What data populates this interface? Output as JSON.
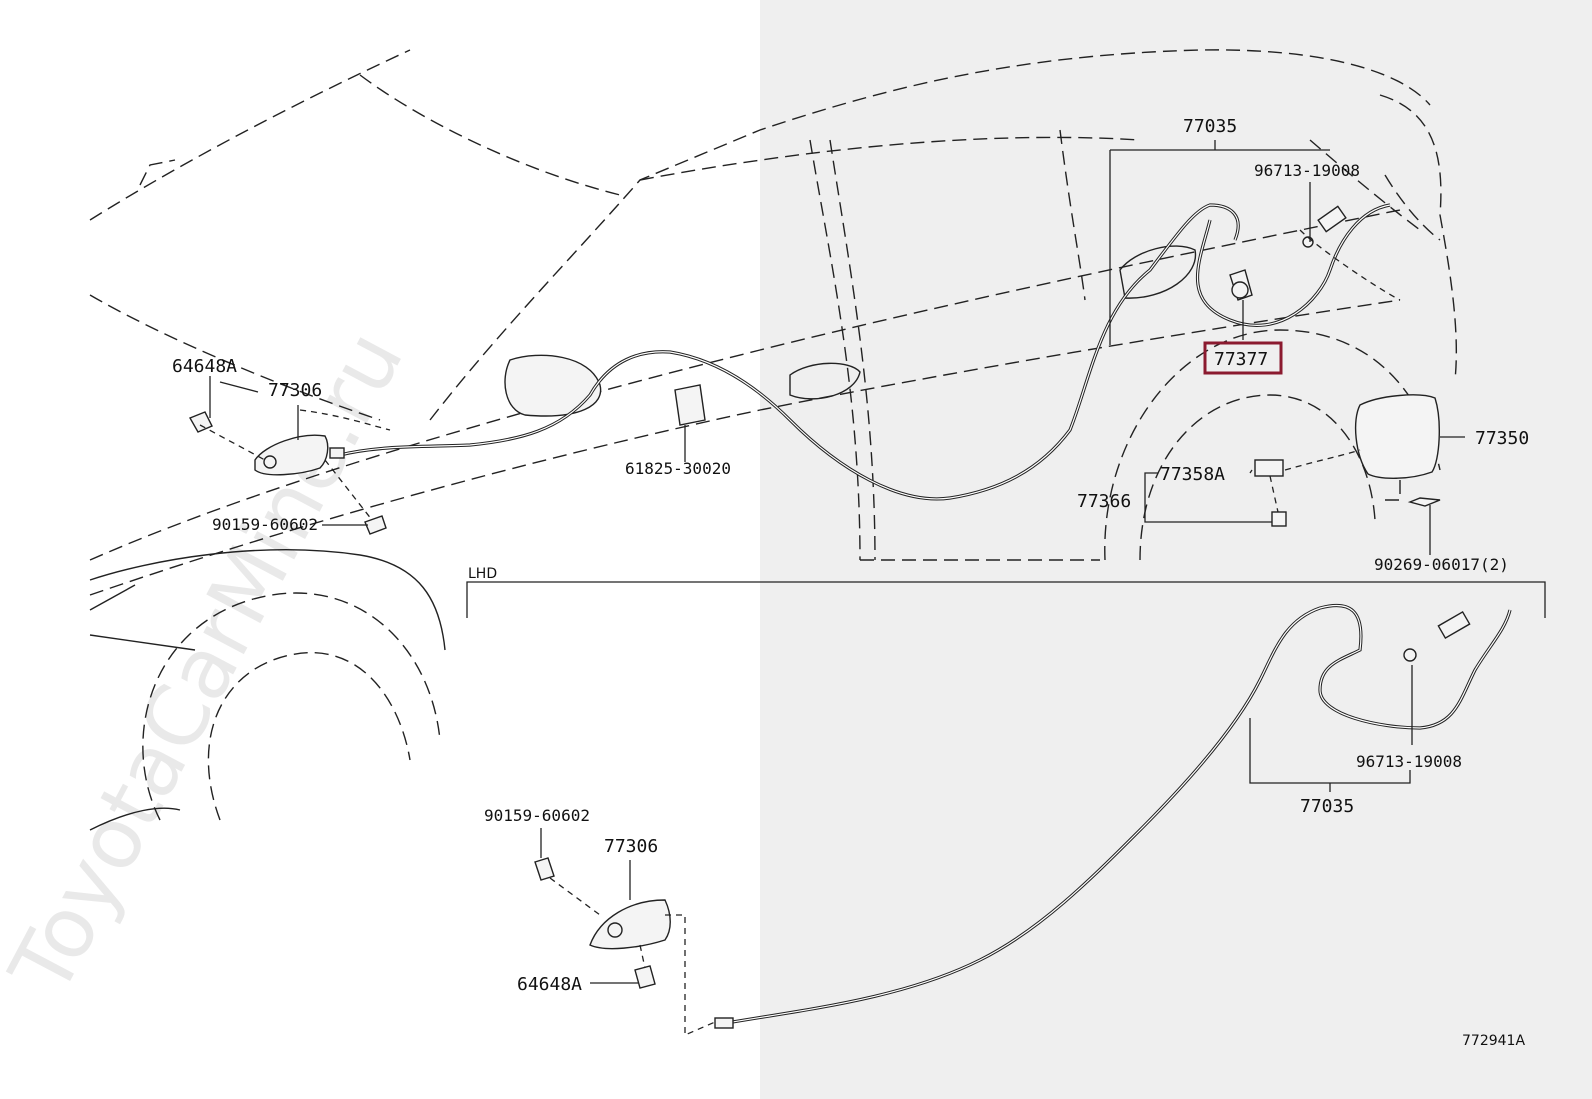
{
  "watermark": "ToyotaCarMine.ru",
  "figure_code": "772941A",
  "section_label": "LHD",
  "highlight_color": "#8b1a2f",
  "parts": {
    "p64648a_top": "64648A",
    "p77306_top": "77306",
    "p90159_top": "90159-60602",
    "p61825": "61825-30020",
    "p77035_top": "77035",
    "p96713_top": "96713-19008",
    "p77377": "77377",
    "p77350": "77350",
    "p77358a": "77358A",
    "p77366": "77366",
    "p90269": "90269-06017(2)",
    "p96713_bottom": "96713-19008",
    "p77035_bottom": "77035",
    "p90159_bottom": "90159-60602",
    "p77306_bottom": "77306",
    "p64648a_bottom": "64648A"
  }
}
